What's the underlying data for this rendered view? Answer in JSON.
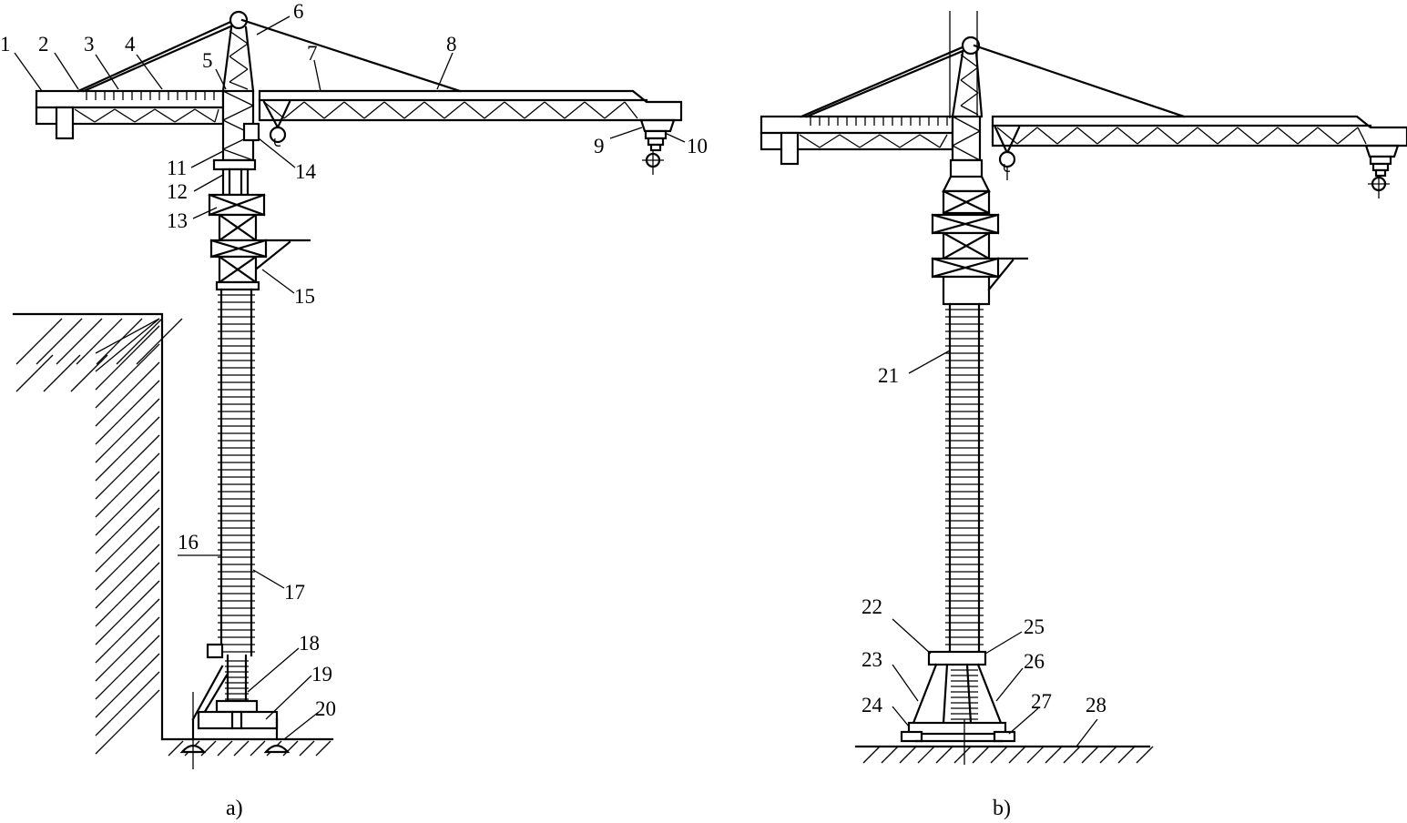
{
  "figure": {
    "panel_a_caption": "a)",
    "panel_b_caption": "b)",
    "labels_a": [
      "1",
      "2",
      "3",
      "4",
      "5",
      "6",
      "7",
      "8",
      "9",
      "10",
      "11",
      "12",
      "13",
      "14",
      "15",
      "16",
      "17",
      "18",
      "19",
      "20"
    ],
    "labels_b": [
      "21",
      "22",
      "23",
      "24",
      "25",
      "26",
      "27",
      "28"
    ]
  }
}
